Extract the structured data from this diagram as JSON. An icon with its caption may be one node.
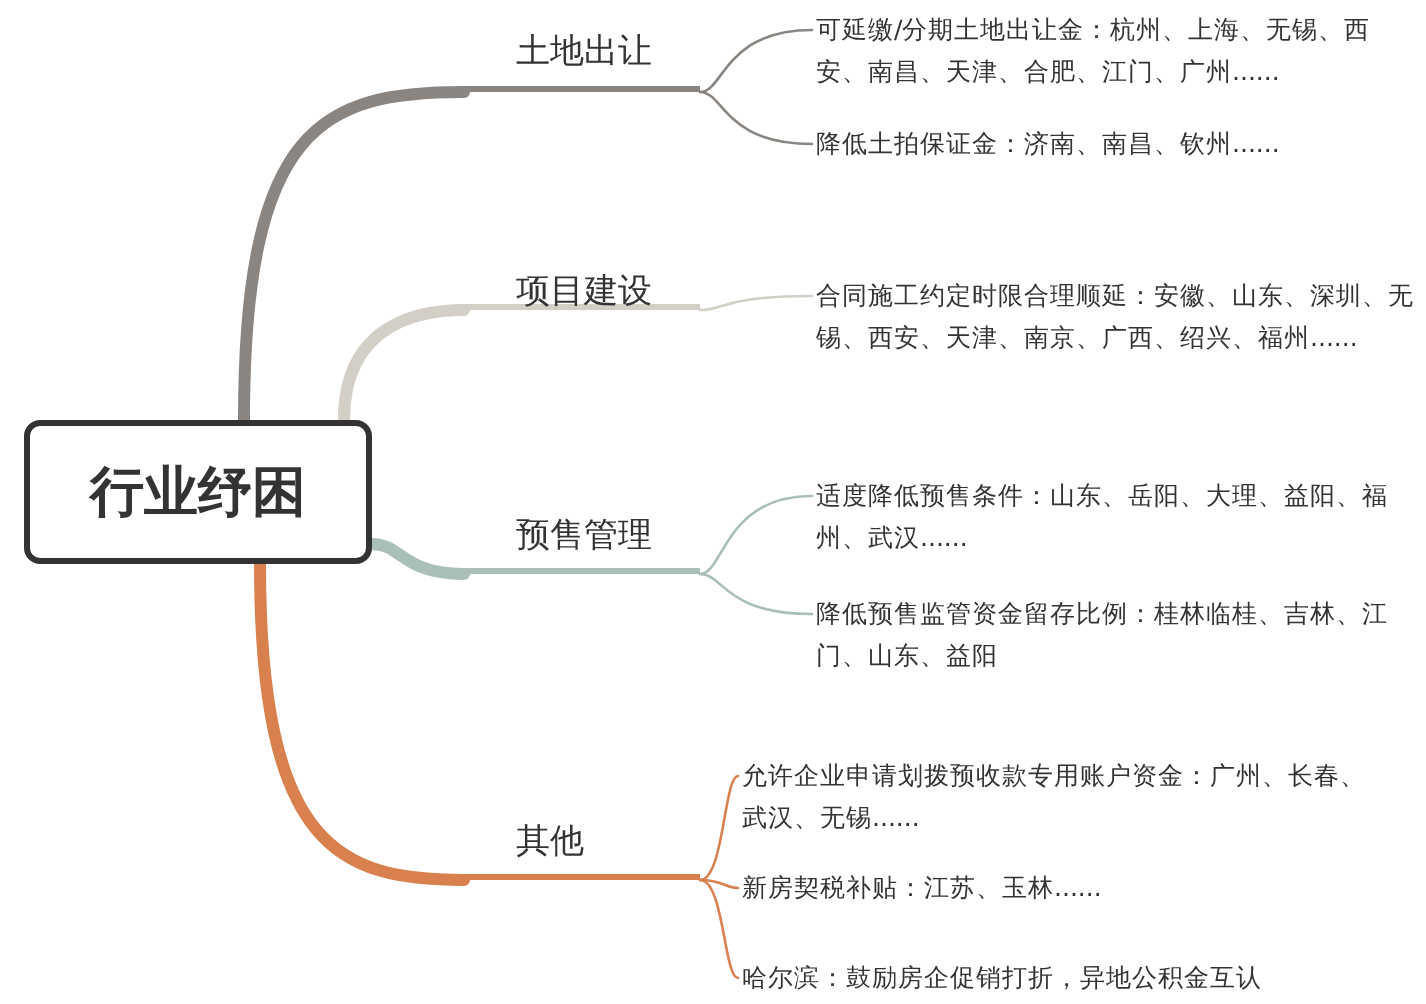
{
  "diagram": {
    "nodes": [
      {
        "text": [
          "行业纾困"
        ]
      },
      {
        "text": [
          "土地出让"
        ]
      },
      {
        "text": [
          "可延缴/分期土地出让金：杭州、上海、无锡、西安、南昌、天津、合肥、江门、广州......"
        ]
      },
      {
        "text": [
          "降低土拍保证金：济南、南昌、钦州......"
        ]
      },
      {
        "text": [
          "项目建设"
        ]
      },
      {
        "text": [
          "合同施工约定时限合理顺延：安徽、山东、深圳、无锡、西安、天津、南京、广西、绍兴、福州......"
        ]
      },
      {
        "text": [
          "预售管理"
        ]
      },
      {
        "text": [
          "适度降低预售条件：山东、岳阳、大理、益阳、福州、武汉......"
        ]
      },
      {
        "text": [
          "降低预售监管资金留存比例：桂林临桂、吉林、江门、山东、益阳"
        ]
      },
      {
        "text": [
          "其他"
        ]
      },
      {
        "text": [
          "允许企业申请划拨预收款专用账户资金：广州、长春、武汉、无锡......"
        ]
      },
      {
        "text": [
          "新房契税补贴：江苏、玉林......"
        ]
      },
      {
        "text": [
          "哈尔滨：鼓励房企促销打折，异地公积金互认"
        ]
      }
    ],
    "edges": [
      {
        "from": 0,
        "to": 1,
        "arrow": "none",
        "style": "thick",
        "color": "#8a8580"
      },
      {
        "from": 1,
        "to": 2,
        "arrow": "none",
        "color": "#8a8580"
      },
      {
        "from": 1,
        "to": 3,
        "arrow": "none",
        "color": "#8a8580"
      },
      {
        "from": 0,
        "to": 4,
        "arrow": "none",
        "style": "thick",
        "color": "#d3cfc7"
      },
      {
        "from": 4,
        "to": 5,
        "arrow": "none",
        "color": "#d3cfc7"
      },
      {
        "from": 0,
        "to": 6,
        "arrow": "none",
        "style": "thick",
        "color": "#a9bfb8"
      },
      {
        "from": 6,
        "to": 7,
        "arrow": "none",
        "color": "#a9bfb8"
      },
      {
        "from": 6,
        "to": 8,
        "arrow": "none",
        "color": "#a9bfb8"
      },
      {
        "from": 0,
        "to": 9,
        "arrow": "none",
        "style": "thick",
        "color": "#d9804f"
      },
      {
        "from": 9,
        "to": 10,
        "arrow": "none",
        "color": "#d9804f"
      },
      {
        "from": 9,
        "to": 11,
        "arrow": "none",
        "color": "#d9804f"
      },
      {
        "from": 9,
        "to": 12,
        "arrow": "none",
        "color": "#d9804f"
      }
    ]
  }
}
